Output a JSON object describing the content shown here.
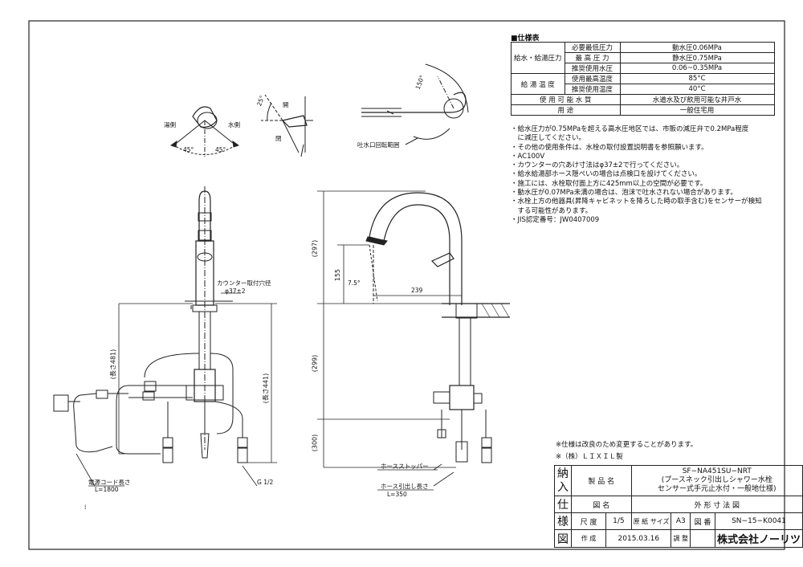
{
  "spec": {
    "title": "■仕様表",
    "rows": [
      {
        "group": "給水・給湯圧力",
        "label": "必要最低圧力",
        "value": "動水圧0.06MPa"
      },
      {
        "label": "最 高 圧 力",
        "value": "静水圧0.75MPa"
      },
      {
        "label": "推奨使用水圧",
        "value": "0.06~0.35MPa"
      },
      {
        "group": "給 湯 温 度",
        "label": "使用最高温度",
        "value": "85°C"
      },
      {
        "label": "推奨使用温度",
        "value": "40°C"
      },
      {
        "full_label": "使 用 可 能 水 質",
        "value": "水道水及び飲用可能な井戸水"
      },
      {
        "full_label": "用 途",
        "value": "一般住宅用"
      }
    ]
  },
  "notes": [
    "・給水圧力が0.75MPaを超える高水圧地区では、市販の減圧弁で0.2MPa程度",
    "　に減圧してください。",
    "・その他の使用条件は、水栓の取付設置説明書を参照願います。",
    "・AC100V",
    "・カウンターの穴あけ寸法はφ37±2で行ってください。",
    "・給水給湯部ホース隠ぺいの場合は点検口を設けてください。",
    "・施工には、水栓取付面上方に425mm以上の空間が必要です。",
    "・動水圧が0.07MPa未満の場合は、泡沫で吐水されない場合があります。",
    "・水栓上方の他器具(昇降キャビネットを降ろした時の取手含む)をセンサーが検知",
    "　する可能性があります。",
    "・JIS認定番号：JW0407009"
  ],
  "labels": {
    "hot_side": "湯側",
    "water_side": "水側",
    "angle_45_left": "45°",
    "angle_45_right": "45°",
    "angle_25": "25°",
    "open": "開",
    "close": "閉",
    "angle_150": "150°",
    "spout_rotation": "吐水口回転範囲",
    "counter_hole": "カウンター取付穴径",
    "counter_hole_dim": "φ37±2",
    "length_481": "(長さ481)",
    "length_441": "(長さ441)",
    "power_cord": "電源コード長さ",
    "power_cord_len": "L=1800",
    "g_half": "G 1/2",
    "dim_297": "(297)",
    "dim_155": "155",
    "dim_7_5": "7.5°",
    "dim_239": "239",
    "dim_299": "(299)",
    "dim_300": "(300)",
    "hose_stopper": "ホースストッパー",
    "hose_pull": "ホース引出し長さ",
    "hose_pull_len": "L=350"
  },
  "bottom_notes": {
    "change_note": "※仕様は改良のため変更することがあります。",
    "maker_note": "※（株）ＬＩＸＩＬ製"
  },
  "title_block": {
    "side_chars": [
      "納",
      "入",
      "仕",
      "様",
      "図"
    ],
    "product_label": "製 品 名",
    "product_code": "SF−NA451SU−NRT",
    "product_desc1": "(プースネック引出しシャワー水栓",
    "product_desc2": "センサー式手元止水付・一般地仕様)",
    "drawing_label": "図 名",
    "drawing_name": "外 形 寸 法 図",
    "scale_label": "尺 度",
    "scale": "1/5",
    "paper_label": "原 紙 サイズ",
    "paper": "A3",
    "number_label": "図 番",
    "number": "SN−15−K0041",
    "made_label": "作 成",
    "date": "2015.03.16",
    "adjust_label": "調 整",
    "company": "株式会社ノーリツ"
  }
}
